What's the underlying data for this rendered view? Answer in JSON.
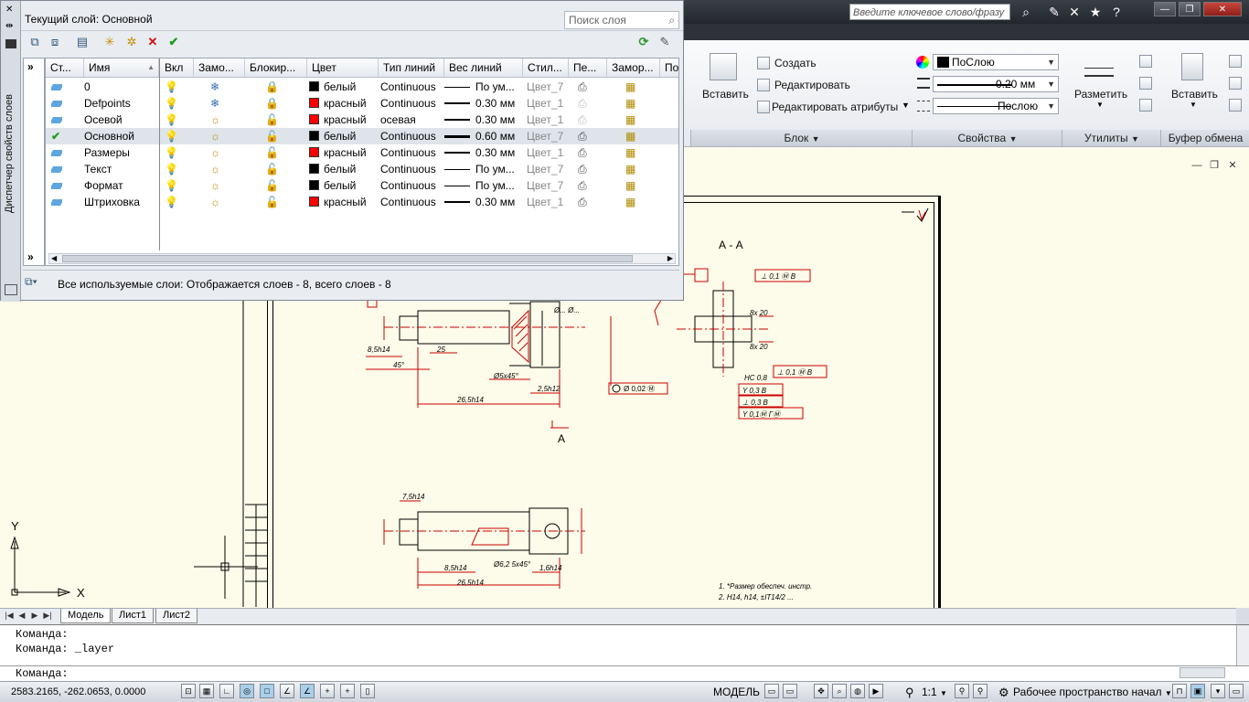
{
  "app": {
    "search_placeholder": "Введите ключевое слово/фразу",
    "window_buttons": [
      "—",
      "❐",
      "✕"
    ]
  },
  "ribbon": {
    "insert_label": "Вставить",
    "block_create": "Создать",
    "block_edit": "Редактировать",
    "block_edit_attr": "Редактировать атрибуты",
    "block_panel": "Блок",
    "properties_panel": "Свойства",
    "color_value": "ПоСлою",
    "lineweight_value": "0.20 мм",
    "linetype_value": "Послою",
    "measure_label": "Разметить",
    "utilities_panel": "Утилиты",
    "paste_label": "Вставить",
    "clipboard_panel": "Буфер обмена"
  },
  "layers": {
    "side_title": "Диспетчер свойств слоев",
    "current_layer": "Текущий слой: Основной",
    "search_placeholder": "Поиск слоя",
    "columns": [
      "Ст...",
      "Имя",
      "Вкл",
      "Замо...",
      "Блокир...",
      "Цвет",
      "Тип линий",
      "Вес линий",
      "Стил...",
      "Пе...",
      "Замор...",
      "По"
    ],
    "rows": [
      {
        "name": "0",
        "color_name": "белый",
        "color": "#000000",
        "linetype": "Continuous",
        "weight": "По ум...",
        "style": "Цвет_7",
        "frozen": true,
        "locked": true,
        "current": false,
        "plot": true
      },
      {
        "name": "Defpoints",
        "color_name": "красный",
        "color": "#ff0000",
        "linetype": "Continuous",
        "weight": "0.30 мм",
        "style": "Цвет_1",
        "frozen": true,
        "locked": true,
        "current": false,
        "plot": false
      },
      {
        "name": "Осевой",
        "color_name": "красный",
        "color": "#ff0000",
        "linetype": "осевая",
        "weight": "0.30 мм",
        "style": "Цвет_1",
        "frozen": false,
        "locked": false,
        "current": false,
        "plot": false
      },
      {
        "name": "Основной",
        "color_name": "белый",
        "color": "#000000",
        "linetype": "Continuous",
        "weight": "0.60 мм",
        "style": "Цвет_7",
        "frozen": false,
        "locked": false,
        "current": true,
        "plot": true
      },
      {
        "name": "Размеры",
        "color_name": "красный",
        "color": "#ff0000",
        "linetype": "Continuous",
        "weight": "0.30 мм",
        "style": "Цвет_1",
        "frozen": false,
        "locked": false,
        "current": false,
        "plot": true
      },
      {
        "name": "Текст",
        "color_name": "белый",
        "color": "#000000",
        "linetype": "Continuous",
        "weight": "По ум...",
        "style": "Цвет_7",
        "frozen": false,
        "locked": false,
        "current": false,
        "plot": true
      },
      {
        "name": "Формат",
        "color_name": "белый",
        "color": "#000000",
        "linetype": "Continuous",
        "weight": "По ум...",
        "style": "Цвет_7",
        "frozen": false,
        "locked": false,
        "current": false,
        "plot": true
      },
      {
        "name": "Штриховка",
        "color_name": "красный",
        "color": "#ff0000",
        "linetype": "Continuous",
        "weight": "0.30 мм",
        "style": "Цвет_1",
        "frozen": false,
        "locked": false,
        "current": false,
        "plot": true
      }
    ],
    "status": "Все используемые слои: Отображается слоев - 8, всего слоев - 8"
  },
  "drawing": {
    "section_label": "А - А",
    "view_marker": "А",
    "axis_x": "X",
    "axis_y": "Y"
  },
  "tabs": [
    "Модель",
    "Лист1",
    "Лист2"
  ],
  "command": {
    "line1": "Команда:",
    "line2": "Команда:  _layer",
    "prompt": "Команда:"
  },
  "statusbar": {
    "coordinates": "2583.2165, -262.0653, 0.0000",
    "model_label": "МОДЕЛЬ",
    "scale": "1:1",
    "workspace": "Рабочее пространство начал"
  }
}
